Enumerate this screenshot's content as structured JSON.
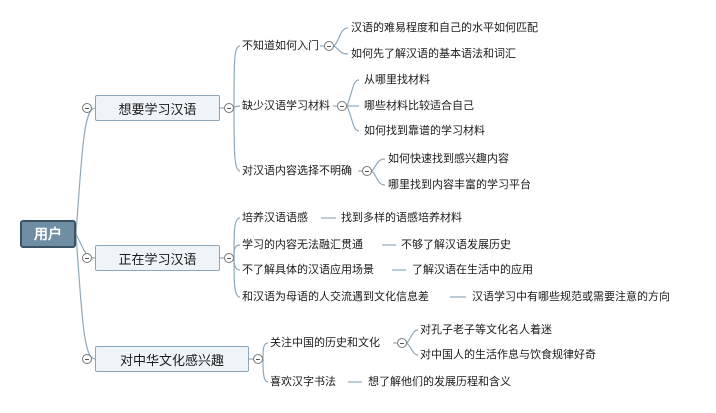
{
  "root": "用户",
  "branches": [
    {
      "label": "想要学习汉语",
      "children": [
        {
          "label": "不知道如何入门",
          "children": [
            "汉语的难易程度和自己的水平如何匹配",
            "如何先了解汉语的基本语法和词汇"
          ]
        },
        {
          "label": "缺少汉语学习材料",
          "children": [
            "从哪里找材料",
            "哪些材料比较适合自己",
            "如何找到靠谱的学习材料"
          ]
        },
        {
          "label": "对汉语内容选择不明确",
          "children": [
            "如何快速找到感兴趣内容",
            "哪里找到内容丰富的学习平台"
          ]
        }
      ]
    },
    {
      "label": "正在学习汉语",
      "children": [
        {
          "label": "培养汉语语感",
          "children": [
            "找到多样的语感培养材料"
          ]
        },
        {
          "label": "学习的内容无法融汇贯通",
          "children": [
            "不够了解汉语发展历史"
          ]
        },
        {
          "label": "不了解具体的汉语应用场景",
          "children": [
            "了解汉语在生活中的应用"
          ]
        },
        {
          "label": "和汉语为母语的人交流遇到文化信息差",
          "children": [
            "汉语学习中有哪些规范或需要注意的方向"
          ]
        }
      ]
    },
    {
      "label": "对中华文化感兴趣",
      "children": [
        {
          "label": "关注中国的历史和文化",
          "children": [
            "对孔子老子等文化名人着迷",
            "对中国人的生活作息与饮食规律好奇"
          ]
        },
        {
          "label": "喜欢汉字书法",
          "children": [
            "想了解他们的发展历程和含义"
          ]
        }
      ]
    }
  ]
}
